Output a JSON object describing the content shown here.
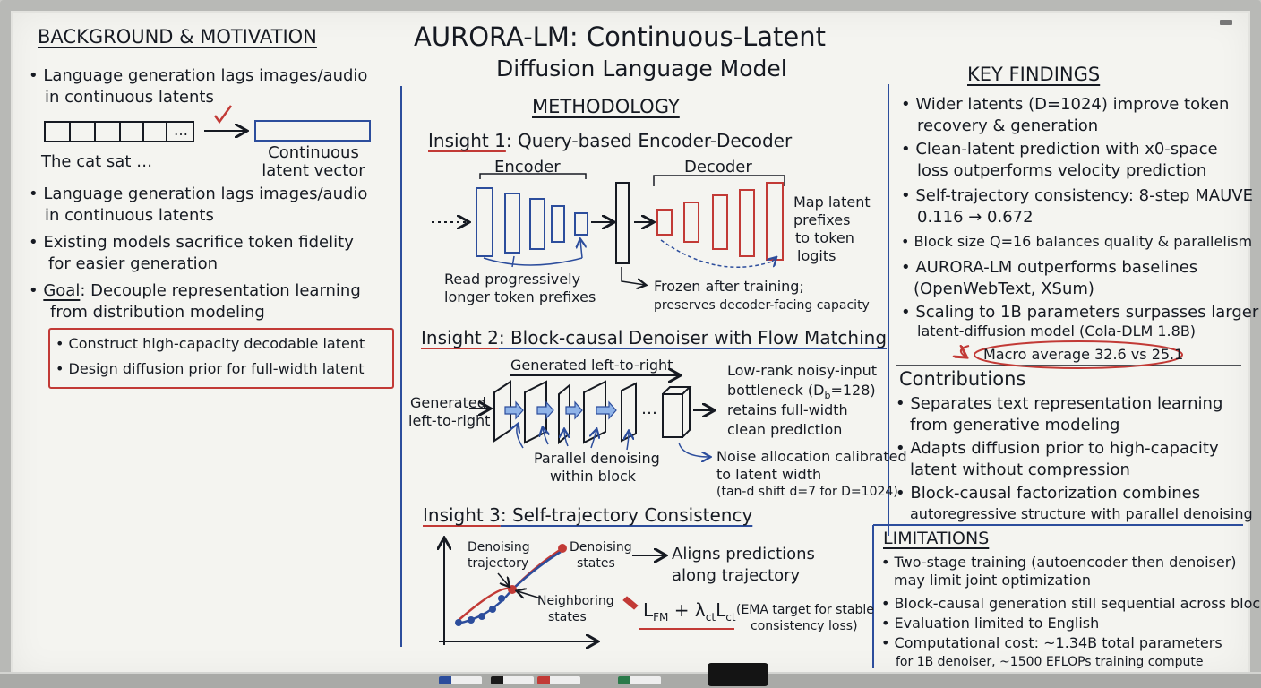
{
  "title": {
    "line1": "AURORA-LM: Continuous-Latent",
    "line2": "Diffusion Language Model"
  },
  "background": {
    "heading": "BACKGROUND & MOTIVATION",
    "bullet1": [
      "• Language generation lags images/audio",
      "in continuous latents"
    ],
    "token_labels": "The  cat   sat     …",
    "token_box_ellipsis": "…",
    "latent_label": [
      "Continuous",
      "latent vector"
    ],
    "bullet2": [
      "• Language generation lags images/audio",
      "in continuous latents"
    ],
    "bullet3": [
      "• Existing models sacrifice token fidelity",
      "for easier generation"
    ],
    "goal_word": "Goal",
    "goal_rest": ": Decouple representation learning",
    "goal_line2": "from distribution modeling",
    "goal_box": [
      "• Construct high-capacity decodable latent",
      "• Design diffusion prior for full-width latent"
    ]
  },
  "methodology": {
    "heading": "METHODOLOGY",
    "insight1": {
      "label": "Insight 1",
      "text": ": Query-based Encoder-Decoder",
      "encoder": "Encoder",
      "decoder": "Decoder",
      "read_note": [
        "Read progressively",
        "longer token prefixes"
      ],
      "map_note": [
        "Map latent",
        "prefixes",
        "to token",
        "logits"
      ],
      "frozen_note": [
        "Frozen after training;",
        "preserves decoder-facing capacity"
      ]
    },
    "insight2": {
      "label": "Insight 2",
      "text": ": Block-causal Denoiser with Flow Matching",
      "top_label": "Generated left-to-right",
      "left_label": [
        "Generated",
        "left-to-right"
      ],
      "ellipsis": "…",
      "parallel_note": [
        "Parallel denoising",
        "within block"
      ],
      "bottleneck_note": [
        "Low-rank noisy-input",
        "bottleneck (D",
        "b",
        "=128)",
        "retains full-width",
        "clean prediction"
      ],
      "noise_note": [
        "Noise allocation calibrated",
        "to latent width",
        "(tan-d shift d=7 for D=1024)"
      ]
    },
    "insight3": {
      "label": "Insight 3",
      "text": ": Self-trajectory Consistency",
      "denoising_trajectory": [
        "Denoising",
        "trajectory"
      ],
      "denoising_states": [
        "Denoising",
        "states"
      ],
      "neighboring_states": [
        "Neighboring",
        "states"
      ],
      "aligns": [
        "Aligns predictions",
        "along trajectory"
      ],
      "formula": {
        "L1": "L",
        "s1": "FM",
        "plus": " + ",
        "lam": "λ",
        "s2": "ct",
        "L2": "L",
        "s3": "ct"
      },
      "ema_note": [
        "(EMA target for stable",
        "consistency loss)"
      ]
    }
  },
  "key_findings": {
    "heading": "KEY FINDINGS",
    "items": [
      [
        "• Wider latents (D=1024) improve token",
        "recovery & generation"
      ],
      [
        "• Clean-latent prediction with x0-space",
        "loss outperforms velocity prediction"
      ],
      [
        "• Self-trajectory consistency: 8-step MAUVE",
        "0.116 → 0.672"
      ],
      [
        "• Block size Q=16 balances quality & parallelism"
      ],
      [
        "• AURORA-LM outperforms baselines",
        "(OpenWebText, XSum)"
      ],
      [
        "• Scaling to 1B parameters surpasses larger",
        "latent-diffusion model (Cola-DLM 1.8B)"
      ]
    ],
    "macro": "Macro average 32.6 vs 25.1"
  },
  "contributions": {
    "heading": "Contributions",
    "items": [
      [
        "• Separates text representation learning",
        "from generative modeling"
      ],
      [
        "• Adapts diffusion prior to high-capacity",
        "latent without compression"
      ],
      [
        "• Block-causal factorization combines",
        "autoregressive structure with parallel denoising"
      ]
    ]
  },
  "limitations": {
    "heading": "LIMITATIONS",
    "items": [
      [
        "• Two-stage training (autoencoder then denoiser)",
        "may limit joint optimization"
      ],
      [
        "• Block-causal generation still sequential across blocks"
      ],
      [
        "• Evaluation limited to English"
      ],
      [
        "• Computational cost: ~1.34B total parameters",
        "for 1B denoiser, ~1500 EFLOPs training compute"
      ]
    ]
  },
  "colors": {
    "ink": "#161a22",
    "blue": "#2c4d9c",
    "red": "#c23a36",
    "board": "#f4f4f0"
  },
  "icons": [
    "checkmark-icon",
    "arrow-icon",
    "pen-icon"
  ]
}
